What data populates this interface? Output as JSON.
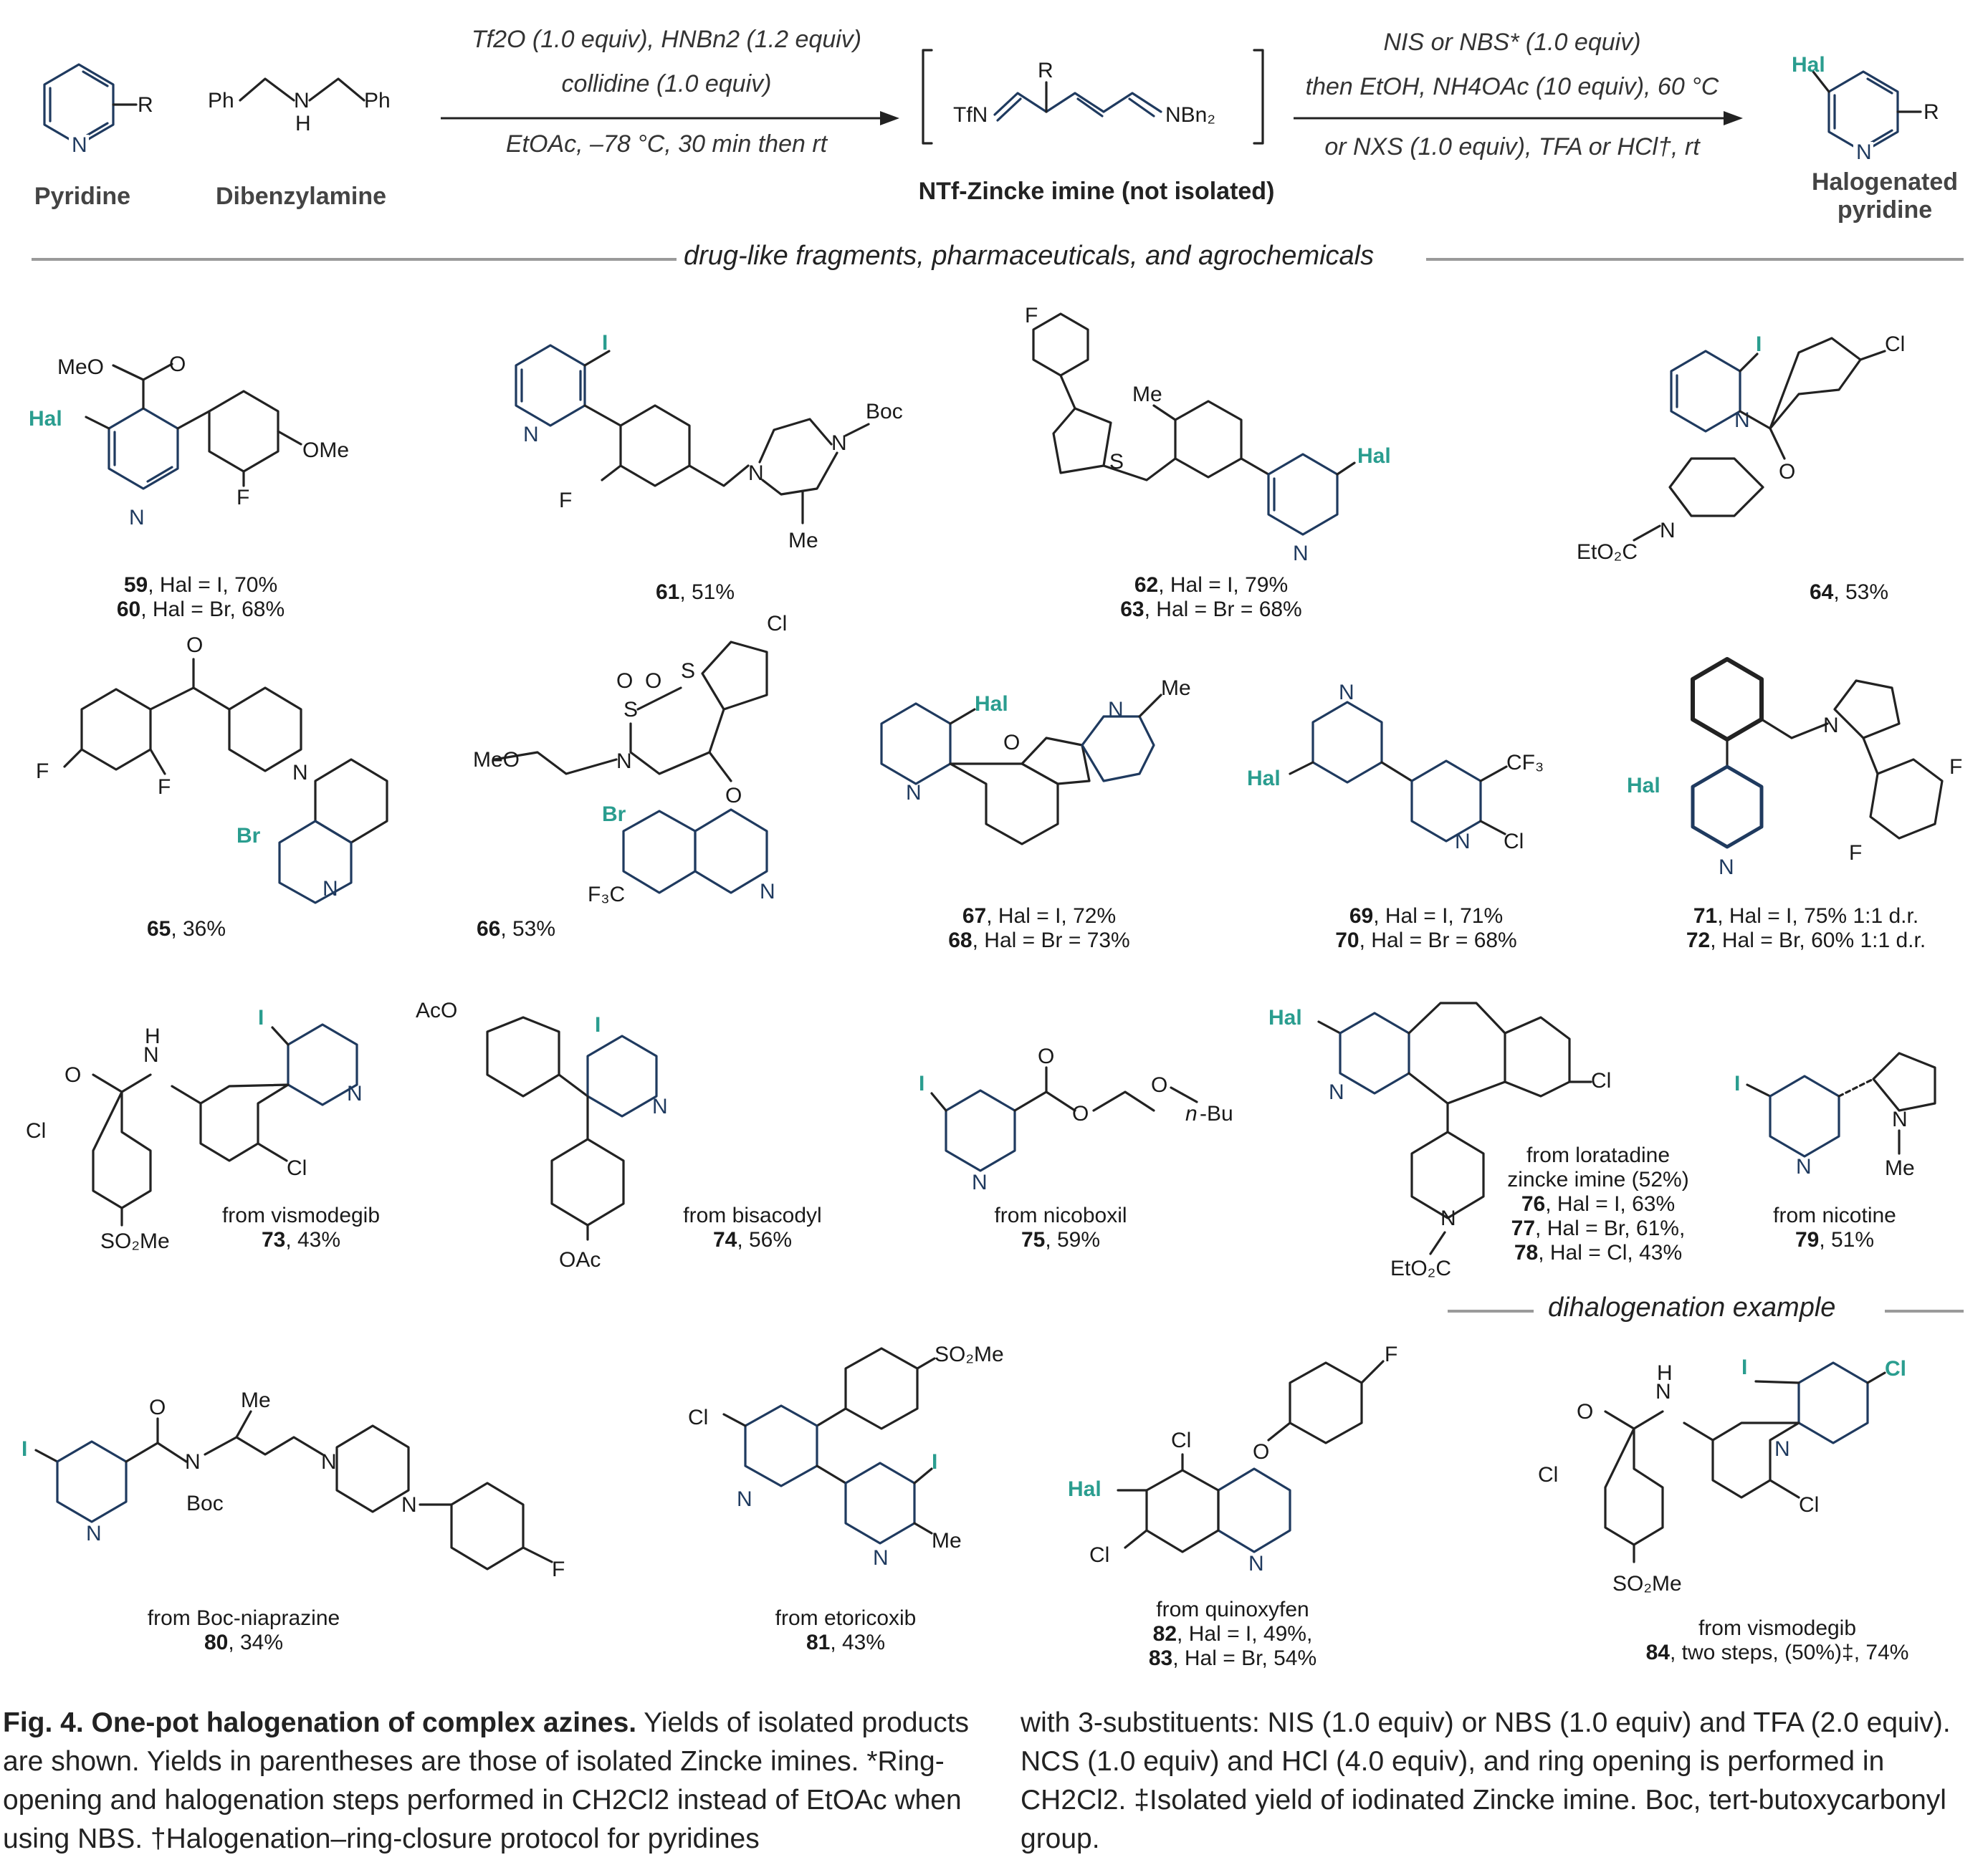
{
  "scheme": {
    "reagent_labels": {
      "pyridine": "Pyridine",
      "amine": "Dibenzylamine",
      "product": "Halogenated pyridine",
      "intermediate": "NTf-Zincke imine (not isolated)"
    },
    "step1": {
      "line1": "Tf2O (1.0 equiv), HNBn2 (1.2 equiv)",
      "line2": "collidine (1.0 equiv)",
      "line3": "EtOAc, –78 °C, 30 min then rt"
    },
    "step2": {
      "line1": "NIS or NBS* (1.0 equiv)",
      "line2": "then EtOH, NH4OAc (10 equiv), 60 °C",
      "line3": "or NXS (1.0 equiv), TFA or HCl†, rt"
    }
  },
  "section_titles": {
    "main": "drug-like fragments, pharmaceuticals, and agrochemicals",
    "dihalo": "dihalogenation example"
  },
  "compounds": [
    {
      "id": "59-60",
      "lines": [
        "59, Hal = I, 70%",
        "60, Hal = Br, 68%"
      ]
    },
    {
      "id": "61",
      "lines": [
        "61, 51%"
      ]
    },
    {
      "id": "62-63",
      "lines": [
        "62, Hal = I, 79%",
        "63, Hal = Br = 68%"
      ]
    },
    {
      "id": "64",
      "lines": [
        "64, 53%"
      ]
    },
    {
      "id": "65",
      "lines": [
        "65, 36%"
      ]
    },
    {
      "id": "66",
      "lines": [
        "66, 53%"
      ]
    },
    {
      "id": "67-68",
      "lines": [
        "67, Hal = I, 72%",
        "68, Hal = Br = 73%"
      ]
    },
    {
      "id": "69-70",
      "lines": [
        "69, Hal = I, 71%",
        "70, Hal = Br = 68%"
      ]
    },
    {
      "id": "71-72",
      "lines": [
        "71, Hal = I, 75% 1:1 d.r.",
        "72, Hal = Br, 60% 1:1 d.r."
      ]
    },
    {
      "id": "73",
      "lines": [
        "from vismodegib",
        "73, 43%"
      ]
    },
    {
      "id": "74",
      "lines": [
        "from bisacodyl",
        "74, 56%"
      ]
    },
    {
      "id": "75",
      "lines": [
        "from nicoboxil",
        "75, 59%"
      ]
    },
    {
      "id": "76-78",
      "lines": [
        "from loratadine",
        "zincke imine (52%)",
        "76, Hal = I, 63%",
        "77, Hal = Br, 61%,",
        "78, Hal = Cl, 43%"
      ]
    },
    {
      "id": "79",
      "lines": [
        "from nicotine",
        "79, 51%"
      ]
    },
    {
      "id": "80",
      "lines": [
        "from Boc-niaprazine",
        "80, 34%"
      ]
    },
    {
      "id": "81",
      "lines": [
        "from etoricoxib",
        "81, 43%"
      ]
    },
    {
      "id": "82-83",
      "lines": [
        "from quinoxyfen",
        "82, Hal = I, 49%,",
        "83, Hal = Br, 54%"
      ]
    },
    {
      "id": "84",
      "lines": [
        "from vismodegib",
        "84, two steps, (50%)‡, 74%"
      ]
    }
  ],
  "legend": {
    "title": "Fig. 4. One-pot halogenation of complex azines.",
    "left": "Yields of isolated products are shown. Yields in parentheses are those of isolated Zincke imines. *Ring-opening and halogenation steps performed in CH2Cl2 instead of EtOAc when using NBS. †Halogenation–ring-closure protocol for pyridines",
    "right": "with 3-substituents: NIS (1.0 equiv) or NBS (1.0 equiv) and TFA (2.0 equiv). NCS (1.0 equiv) and HCl (4.0 equiv), and ring opening is performed in CH2Cl2. ‡Isolated yield of iodinated Zincke imine. Boc, tert-butoxycarbonyl group."
  }
}
